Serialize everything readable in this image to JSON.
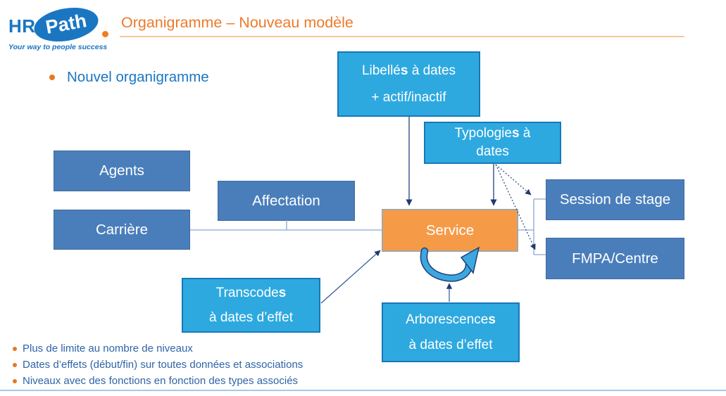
{
  "logo": {
    "hr": "HR",
    "path": "Path",
    "tagline": "Your way to people success"
  },
  "header": {
    "title": "Organigramme – Nouveau modèle"
  },
  "intro": {
    "bullet": "Nouvel organigramme"
  },
  "diagram": {
    "boxes": {
      "libelles": {
        "line1": {
          "pre": "Libellé",
          "bold": "s",
          "post": " à dates"
        },
        "line2": "+ actif/inactif"
      },
      "typologies": {
        "line1": {
          "pre": "Typologie",
          "bold": "s",
          "post": " à"
        },
        "line2": "dates"
      },
      "agents": {
        "label": "Agents"
      },
      "affectation": {
        "label": "Affectation"
      },
      "carriere": {
        "label": "Carrière"
      },
      "service": {
        "label": "Service"
      },
      "session": {
        "label": "Session de stage"
      },
      "fmpa": {
        "label": "FMPA/Centre"
      },
      "transcodes": {
        "line1": {
          "pre": "Transcode",
          "bold": "s",
          "post": ""
        },
        "line2": "à dates d’effet"
      },
      "arborescences": {
        "line1": {
          "pre": "Arborescence",
          "bold": "s",
          "post": ""
        },
        "line2": "à dates d’effet"
      }
    }
  },
  "footer": {
    "bullets": [
      "Plus de limite au nombre de niveaux",
      "Dates d’effets (début/fin) sur toutes données et associations",
      "Niveaux avec des fonctions en fonction des types associés"
    ]
  },
  "colors": {
    "accent_orange": "#ed7a2b",
    "light_blue_box": "#2ea9e0",
    "dark_blue_box": "#4a7ebb",
    "service_orange": "#f59b48",
    "text_blue": "#1b76c2",
    "line_navy": "#203a70"
  }
}
